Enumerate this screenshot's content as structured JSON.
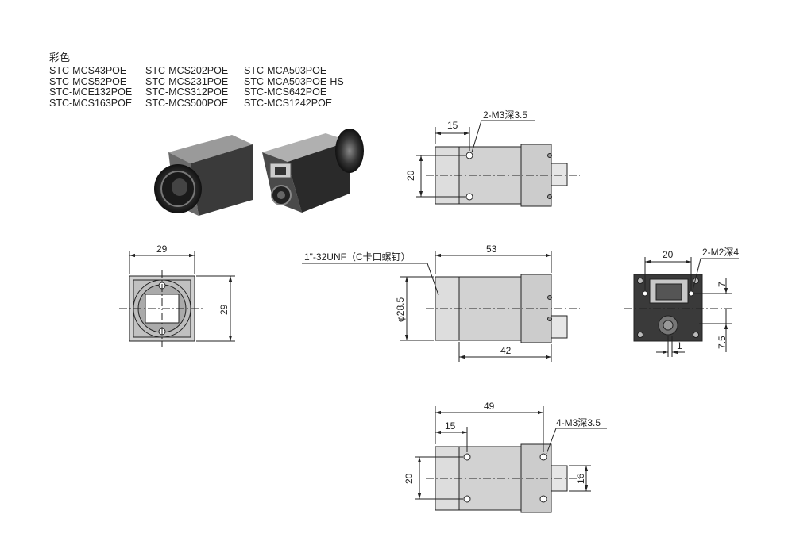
{
  "header": {
    "title": "彩色",
    "models": [
      "STC-MCS43POE",
      "STC-MCS202POE",
      "STC-MCA503POE",
      "STC-MCS52POE",
      "STC-MCS231POE",
      "STC-MCA503POE-HS",
      "STC-MCE132POE",
      "STC-MCS312POE",
      "STC-MCS642POE",
      "STC-MCS163POE",
      "STC-MCS500POE",
      "STC-MCS1242POE"
    ]
  },
  "dims": {
    "top_view": {
      "d15": "15",
      "d20": "20",
      "note": "2-M3深3.5"
    },
    "front_view": {
      "d29w": "29",
      "d29h": "29"
    },
    "side_view": {
      "mount": "1\"-32UNF（C卡口螺钉）",
      "d53": "53",
      "d28": "φ28.5",
      "d42": "42"
    },
    "rear_view": {
      "d20": "20",
      "note": "2-M2深4",
      "d7": "7",
      "d75": "7.5",
      "d1": "1"
    },
    "bottom_view": {
      "d49": "49",
      "d15": "15",
      "d20": "20",
      "d16": "16",
      "note": "4-M3深3.5"
    }
  }
}
